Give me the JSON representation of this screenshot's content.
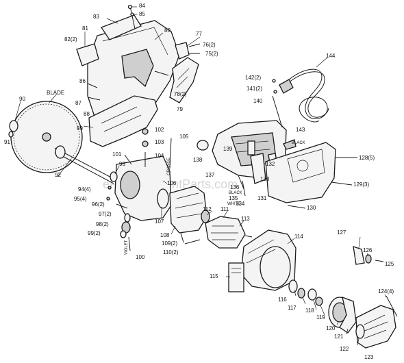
{
  "watermark": "eReplacementParts.com",
  "labels": [
    {
      "id": "84",
      "text": "84"
    },
    {
      "id": "85",
      "text": "85"
    },
    {
      "id": "83",
      "text": "83"
    },
    {
      "id": "80",
      "text": "80"
    },
    {
      "id": "81",
      "text": "81"
    },
    {
      "id": "82",
      "text": "82(2)"
    },
    {
      "id": "77",
      "text": "77"
    },
    {
      "id": "76",
      "text": "76(2)"
    },
    {
      "id": "75",
      "text": "75(2)"
    },
    {
      "id": "144",
      "text": "144"
    },
    {
      "id": "142",
      "text": "142(2)"
    },
    {
      "id": "141",
      "text": "141(2)"
    },
    {
      "id": "140",
      "text": "140"
    },
    {
      "id": "86",
      "text": "86"
    },
    {
      "id": "87",
      "text": "87"
    },
    {
      "id": "78",
      "text": "78(2)"
    },
    {
      "id": "79",
      "text": "79"
    },
    {
      "id": "88",
      "text": "88"
    },
    {
      "id": "90",
      "text": "90"
    },
    {
      "id": "blade",
      "text": "BLADE"
    },
    {
      "id": "89",
      "text": "89"
    },
    {
      "id": "91",
      "text": "91"
    },
    {
      "id": "102",
      "text": "102"
    },
    {
      "id": "103",
      "text": "103"
    },
    {
      "id": "104",
      "text": "104"
    },
    {
      "id": "105",
      "text": "105"
    },
    {
      "id": "orange",
      "text": "ORANGE"
    },
    {
      "id": "101",
      "text": "101"
    },
    {
      "id": "143",
      "text": "143"
    },
    {
      "id": "black1",
      "text": "BLACK"
    },
    {
      "id": "138",
      "text": "138"
    },
    {
      "id": "139",
      "text": "139"
    },
    {
      "id": "137",
      "text": "137"
    },
    {
      "id": "132",
      "text": "132"
    },
    {
      "id": "128",
      "text": "128(5)"
    },
    {
      "id": "92",
      "text": "92"
    },
    {
      "id": "93",
      "text": "93"
    },
    {
      "id": "136",
      "text": "136"
    },
    {
      "id": "133",
      "text": "133"
    },
    {
      "id": "129",
      "text": "129(3)"
    },
    {
      "id": "black2",
      "text": "BLACK"
    },
    {
      "id": "135",
      "text": "135"
    },
    {
      "id": "white",
      "text": "WHITE"
    },
    {
      "id": "94",
      "text": "94(4)"
    },
    {
      "id": "95",
      "text": "95(4)"
    },
    {
      "id": "134",
      "text": "134"
    },
    {
      "id": "131",
      "text": "131"
    },
    {
      "id": "106",
      "text": "106"
    },
    {
      "id": "130",
      "text": "130"
    },
    {
      "id": "96",
      "text": "96(2)"
    },
    {
      "id": "97",
      "text": "97(2)"
    },
    {
      "id": "112",
      "text": "112"
    },
    {
      "id": "111",
      "text": "111"
    },
    {
      "id": "113",
      "text": "113"
    },
    {
      "id": "98",
      "text": "98(2)"
    },
    {
      "id": "107",
      "text": "107"
    },
    {
      "id": "108",
      "text": "108"
    },
    {
      "id": "99",
      "text": "99(2)"
    },
    {
      "id": "109",
      "text": "109(2)"
    },
    {
      "id": "114",
      "text": "114"
    },
    {
      "id": "127",
      "text": "127"
    },
    {
      "id": "110",
      "text": "110(2)"
    },
    {
      "id": "violet",
      "text": "VIOLET"
    },
    {
      "id": "100",
      "text": "100"
    },
    {
      "id": "126",
      "text": "126"
    },
    {
      "id": "125",
      "text": "125"
    },
    {
      "id": "115",
      "text": "115"
    },
    {
      "id": "116",
      "text": "116"
    },
    {
      "id": "117",
      "text": "117"
    },
    {
      "id": "118",
      "text": "118"
    },
    {
      "id": "119",
      "text": "119"
    },
    {
      "id": "124",
      "text": "124(4)"
    },
    {
      "id": "120",
      "text": "120"
    },
    {
      "id": "121",
      "text": "121"
    },
    {
      "id": "122",
      "text": "122"
    },
    {
      "id": "123",
      "text": "123"
    }
  ]
}
